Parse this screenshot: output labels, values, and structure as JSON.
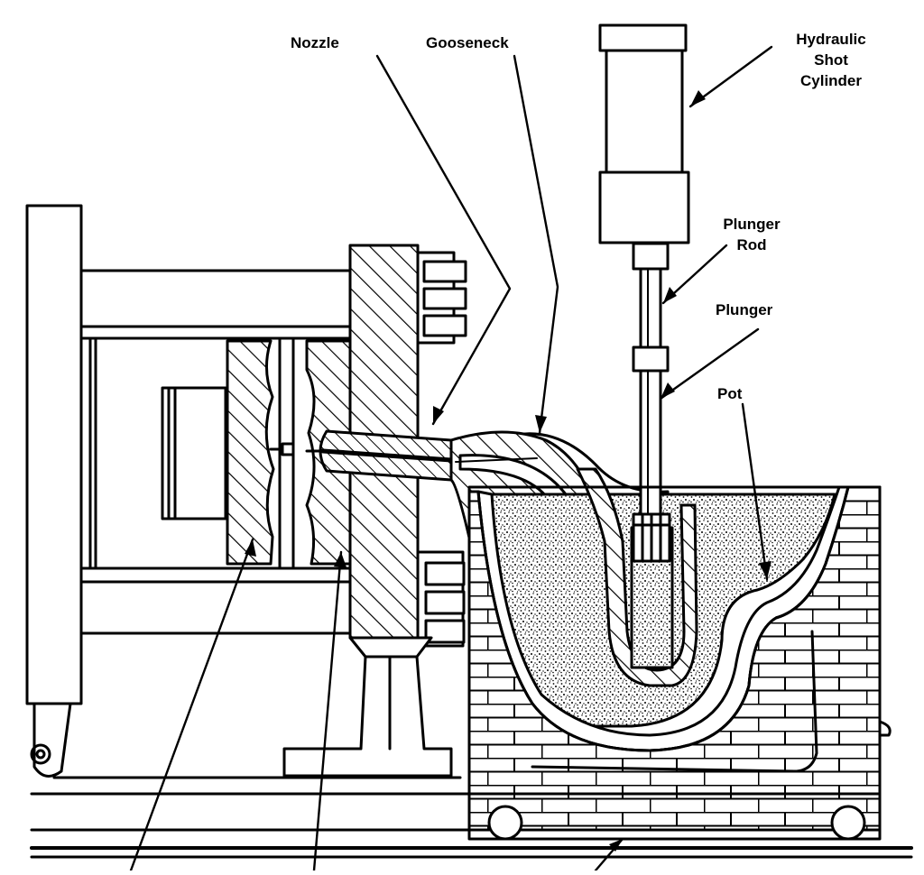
{
  "labels": {
    "nozzle": "Nozzle",
    "gooseneck": "Gooseneck",
    "hydraulic_line1": "Hydraulic",
    "hydraulic_line2": "Shot",
    "hydraulic_line3": "Cylinder",
    "plunger_rod_line1": "Plunger",
    "plunger_rod_line2": "Rod",
    "plunger": "Plunger",
    "pot": "Pot"
  },
  "colors": {
    "ink": "#000000",
    "paper": "#ffffff",
    "metal_fill": "#f7f7f7"
  }
}
